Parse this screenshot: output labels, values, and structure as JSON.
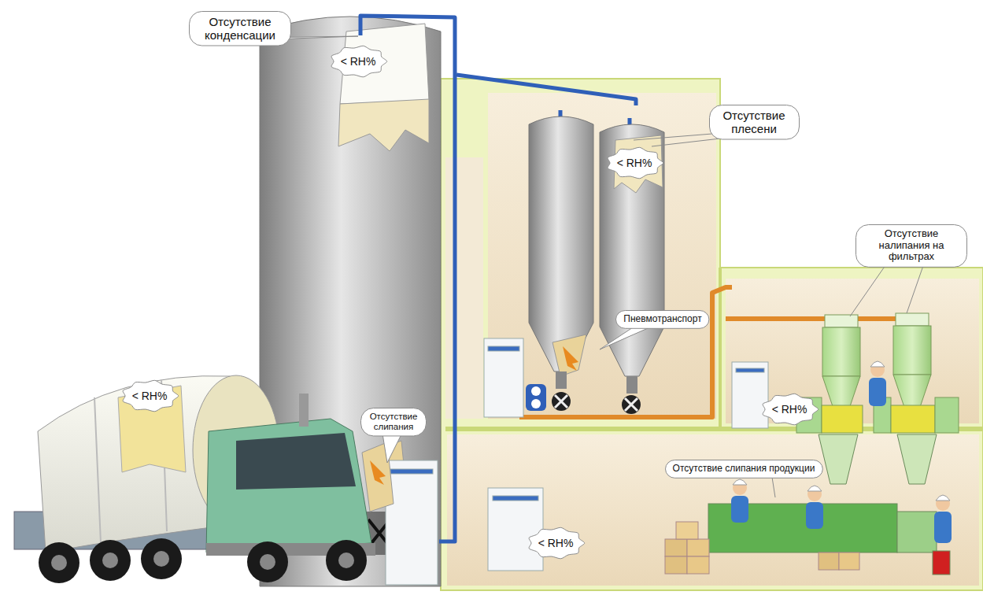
{
  "diagram": {
    "nodes": [
      {
        "text": [
          "Отсутствие конденсации"
        ]
      },
      {
        "text": [
          "< RH%"
        ]
      },
      {
        "text": [
          "Отсутствие плесени"
        ]
      },
      {
        "text": [
          "< RH%"
        ]
      },
      {
        "text": [
          "Отсутствие налипания на фильтрах"
        ]
      },
      {
        "text": [
          "Пневмотранспорт"
        ]
      },
      {
        "text": [
          "< RH%"
        ]
      },
      {
        "text": [
          "Отсутствие слипания"
        ]
      },
      {
        "text": [
          "< RH%"
        ]
      },
      {
        "text": [
          "Отсутствие слипания продукции"
        ]
      },
      {
        "text": [
          "< RH%"
        ]
      }
    ]
  }
}
